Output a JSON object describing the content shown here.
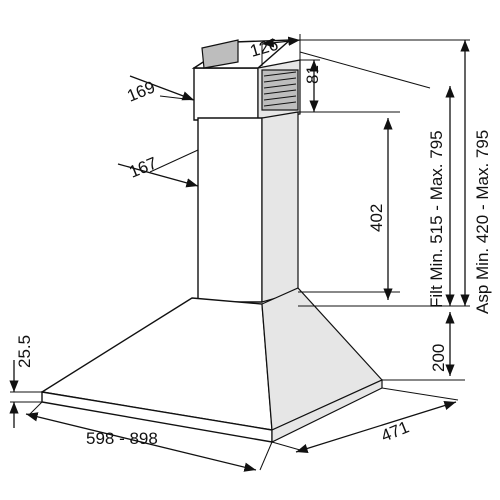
{
  "diagram": {
    "dimensions": {
      "chimney_depth_top": "169",
      "chimney_depth_inner": "167",
      "vent_width": "126",
      "vent_height": "81",
      "chimney_height": "402",
      "filter_range": "Filt Min. 515 - Max. 795",
      "aspiration_range": "Asp Min. 420 - Max. 795",
      "hood_height": "200",
      "base_thickness": "25.5",
      "width_range": "598 - 898",
      "hood_depth": "471"
    }
  }
}
